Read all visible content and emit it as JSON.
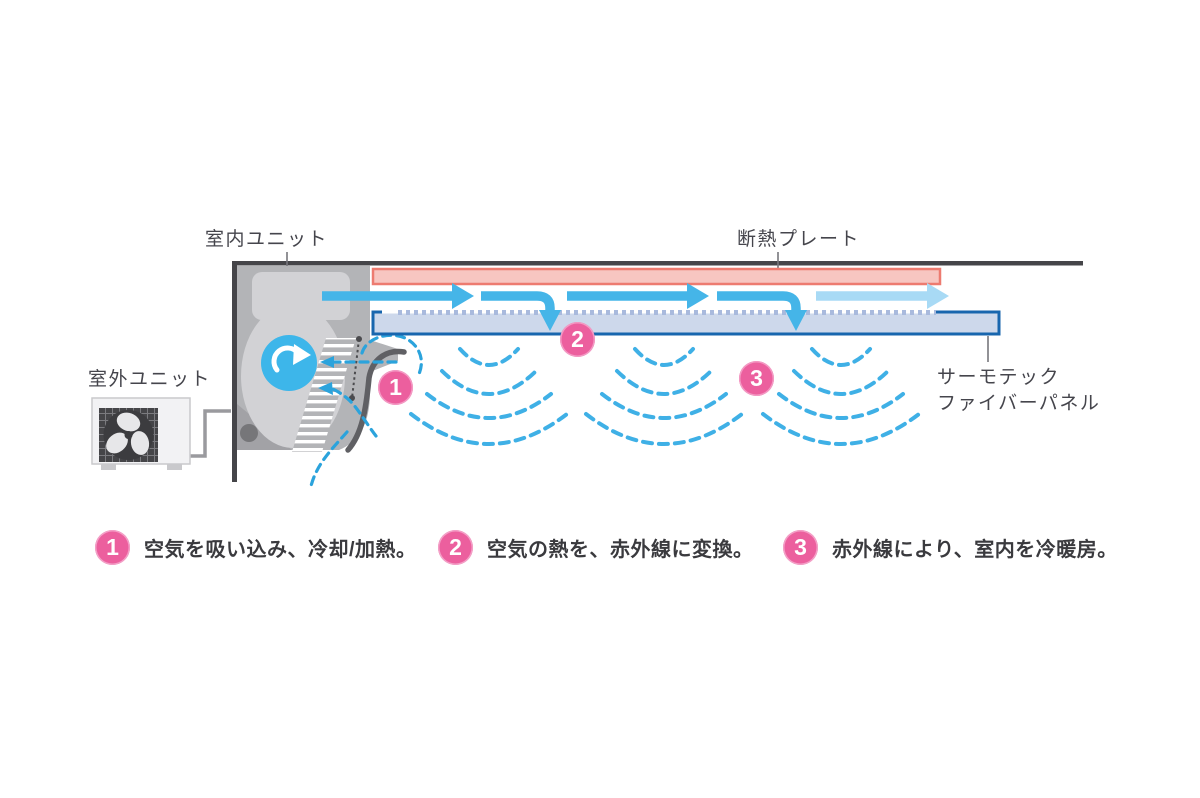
{
  "diagram_title_implicit": "エアコン冷暖房のしくみ図",
  "labels": {
    "indoor_unit": "室内ユニット",
    "outdoor_unit": "室外ユニット",
    "insulation_plate": "断熱プレート",
    "fiber_panel_line1": "サーモテック",
    "fiber_panel_line2": "ファイバーパネル"
  },
  "badges": {
    "step1": "1",
    "step2": "2",
    "step3": "3"
  },
  "legend": [
    {
      "num": "1",
      "text": "空気を吸い込み、冷却/加熱。"
    },
    {
      "num": "2",
      "text": "空気の熱を、赤外線に変換。"
    },
    {
      "num": "3",
      "text": "赤外線により、室内を冷暖房。"
    }
  ],
  "icons": {
    "fan": "rotation-arrow-icon",
    "airflow": "right-arrow",
    "infrared": "dashed-wave-arcs",
    "outdoor_fan": "propeller-icon"
  },
  "colors": {
    "badge_pink": "#ec5f9e",
    "flow_blue": "#45b5e8",
    "flow_blue_light": "#a8daf5",
    "infrared_dash_blue": "#3fb0e6",
    "intake_dash_blue": "#2ba3dc",
    "plate_fill": "#f7c6c1",
    "plate_border": "#ed7b70",
    "panel_fill": "#cdd8eb",
    "panel_border": "#1866ae",
    "panel_dot_row": "#a9badd",
    "fan_circle_blue": "#3db6ea",
    "unit_body_gray": "#b3b4b7",
    "unit_scroll_gray": "#d2d2d5",
    "structure_dark": "#454549",
    "text_dark": "#3a3a3e"
  }
}
